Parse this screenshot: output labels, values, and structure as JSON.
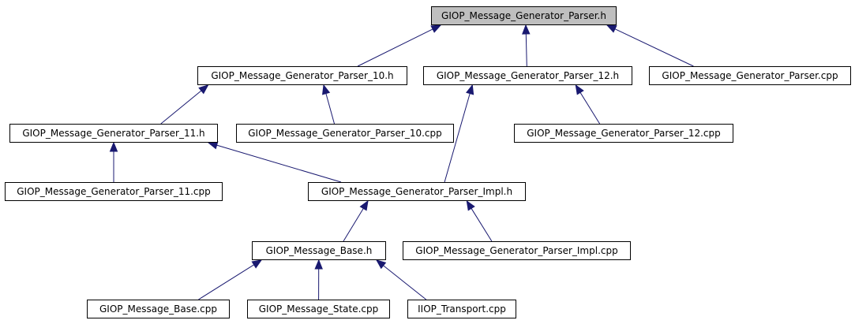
{
  "graph": {
    "edge_color": "#191970",
    "root_fill": "#bfbfbf",
    "nodes": {
      "root": "GIOP_Message_Generator_Parser.h",
      "p10h": "GIOP_Message_Generator_Parser_10.h",
      "p12h": "GIOP_Message_Generator_Parser_12.h",
      "pcpp": "GIOP_Message_Generator_Parser.cpp",
      "p11h": "GIOP_Message_Generator_Parser_11.h",
      "p10cpp": "GIOP_Message_Generator_Parser_10.cpp",
      "p12cpp": "GIOP_Message_Generator_Parser_12.cpp",
      "p11cpp": "GIOP_Message_Generator_Parser_11.cpp",
      "implh": "GIOP_Message_Generator_Parser_Impl.h",
      "baseh": "GIOP_Message_Base.h",
      "implcpp": "GIOP_Message_Generator_Parser_Impl.cpp",
      "basecpp": "GIOP_Message_Base.cpp",
      "statecpp": "GIOP_Message_State.cpp",
      "iiopcpp": "IIOP_Transport.cpp"
    },
    "edges": [
      {
        "from": "p10h",
        "to": "root"
      },
      {
        "from": "p12h",
        "to": "root"
      },
      {
        "from": "pcpp",
        "to": "root"
      },
      {
        "from": "p11h",
        "to": "p10h"
      },
      {
        "from": "p10cpp",
        "to": "p10h"
      },
      {
        "from": "implh",
        "to": "p12h"
      },
      {
        "from": "p12cpp",
        "to": "p12h"
      },
      {
        "from": "p11cpp",
        "to": "p11h"
      },
      {
        "from": "implh",
        "to": "p11h"
      },
      {
        "from": "baseh",
        "to": "implh"
      },
      {
        "from": "implcpp",
        "to": "implh"
      },
      {
        "from": "basecpp",
        "to": "baseh"
      },
      {
        "from": "statecpp",
        "to": "baseh"
      },
      {
        "from": "iiopcpp",
        "to": "baseh"
      }
    ]
  }
}
